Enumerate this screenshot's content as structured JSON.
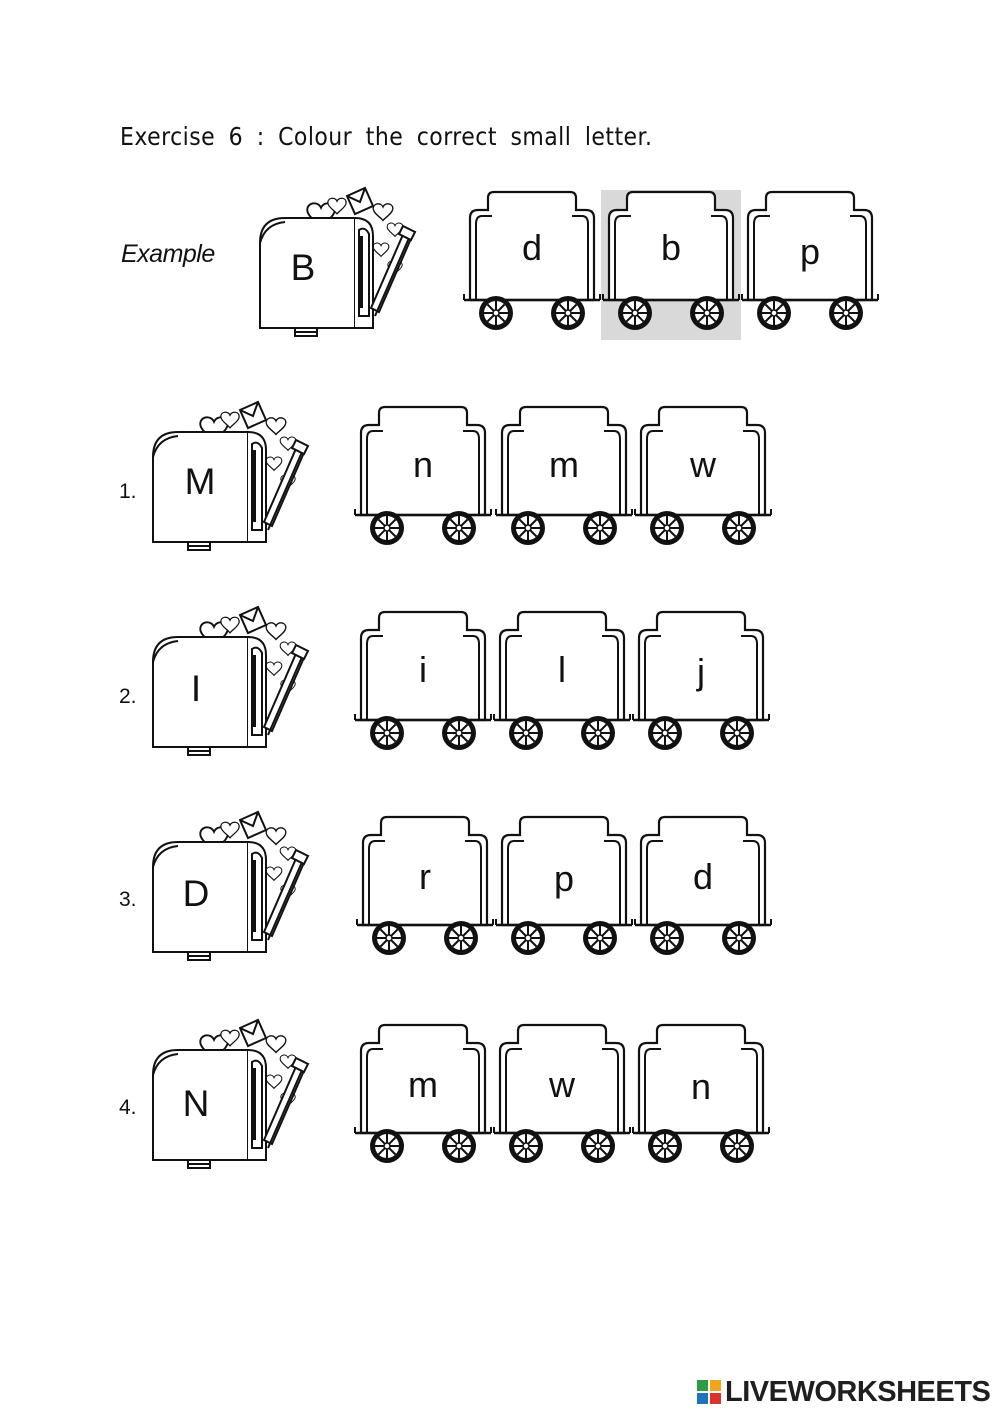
{
  "instruction": "Exercise 6 : Colour the correct small letter.",
  "example": {
    "label": "Example",
    "capital": "B",
    "options": [
      "d",
      "b",
      "p"
    ],
    "answer": "b"
  },
  "questions": [
    {
      "number": "1.",
      "capital": "M",
      "options": [
        "n",
        "m",
        "w"
      ]
    },
    {
      "number": "2.",
      "capital": "I",
      "options": [
        "i",
        "l",
        "j"
      ]
    },
    {
      "number": "3.",
      "capital": "D",
      "options": [
        "r",
        "p",
        "d"
      ]
    },
    {
      "number": "4.",
      "capital": "N",
      "options": [
        "m",
        "w",
        "n"
      ]
    }
  ],
  "footer": {
    "logo_text": "LIVEWORKSHEETS"
  },
  "colors": {
    "highlight": "#d9d9d9",
    "ink": "#111111"
  }
}
